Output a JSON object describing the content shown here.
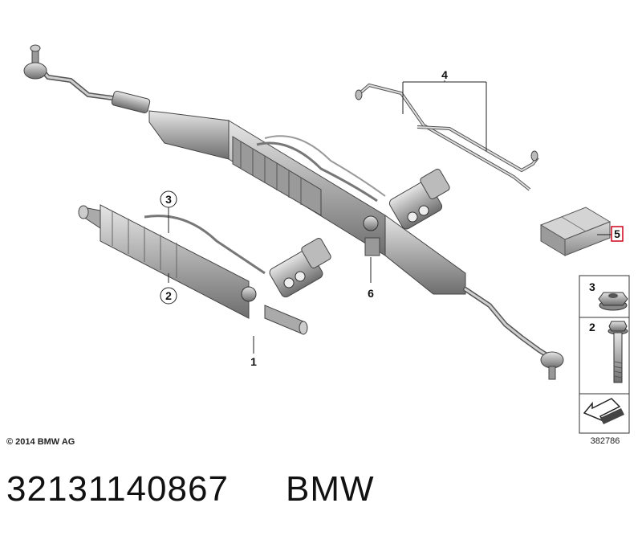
{
  "callouts": {
    "c1": "1",
    "c2": "2",
    "c3": "3",
    "c4": "4",
    "c5": "5",
    "c6": "6"
  },
  "legend": {
    "nut_label": "3",
    "bolt_label": "2"
  },
  "copyright": "© 2014 BMW AG",
  "diagram_id": "382786",
  "footer": {
    "part_number": "32131140867",
    "brand": "BMW"
  },
  "colors": {
    "accent_box": "#d0021b",
    "part_fill": "#b8b8b8",
    "part_stroke": "#444444"
  },
  "icons": {
    "navigation": "arrow-pointer-icon"
  }
}
